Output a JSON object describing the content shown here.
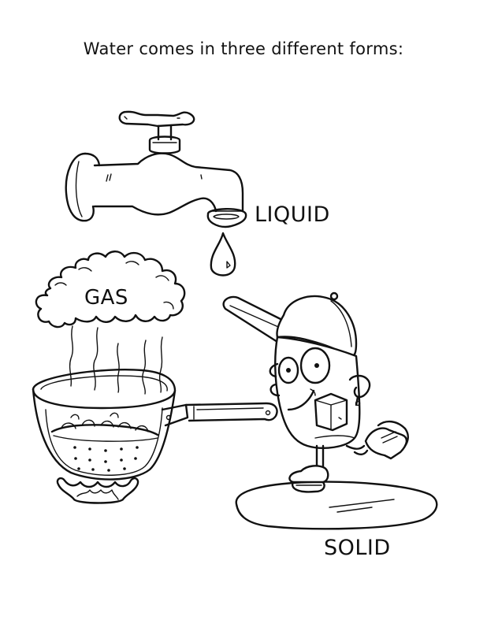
{
  "page": {
    "title": "Water comes in three different forms:",
    "background_color": "#ffffff",
    "ink_color": "#111111"
  },
  "illustrations": [
    {
      "id": "faucet",
      "label": "LIQUID",
      "depicts": "dripping faucet with water drop"
    },
    {
      "id": "boiling-pot",
      "label": "GAS",
      "depicts": "boiling saucepan over flame with steam cloud"
    },
    {
      "id": "ice-cube-skater",
      "label": "SOLID",
      "depicts": "ice cube character in cap skating on ice rink"
    }
  ],
  "labels": {
    "liquid": "LIQUID",
    "gas": "GAS",
    "solid": "SOLID"
  }
}
